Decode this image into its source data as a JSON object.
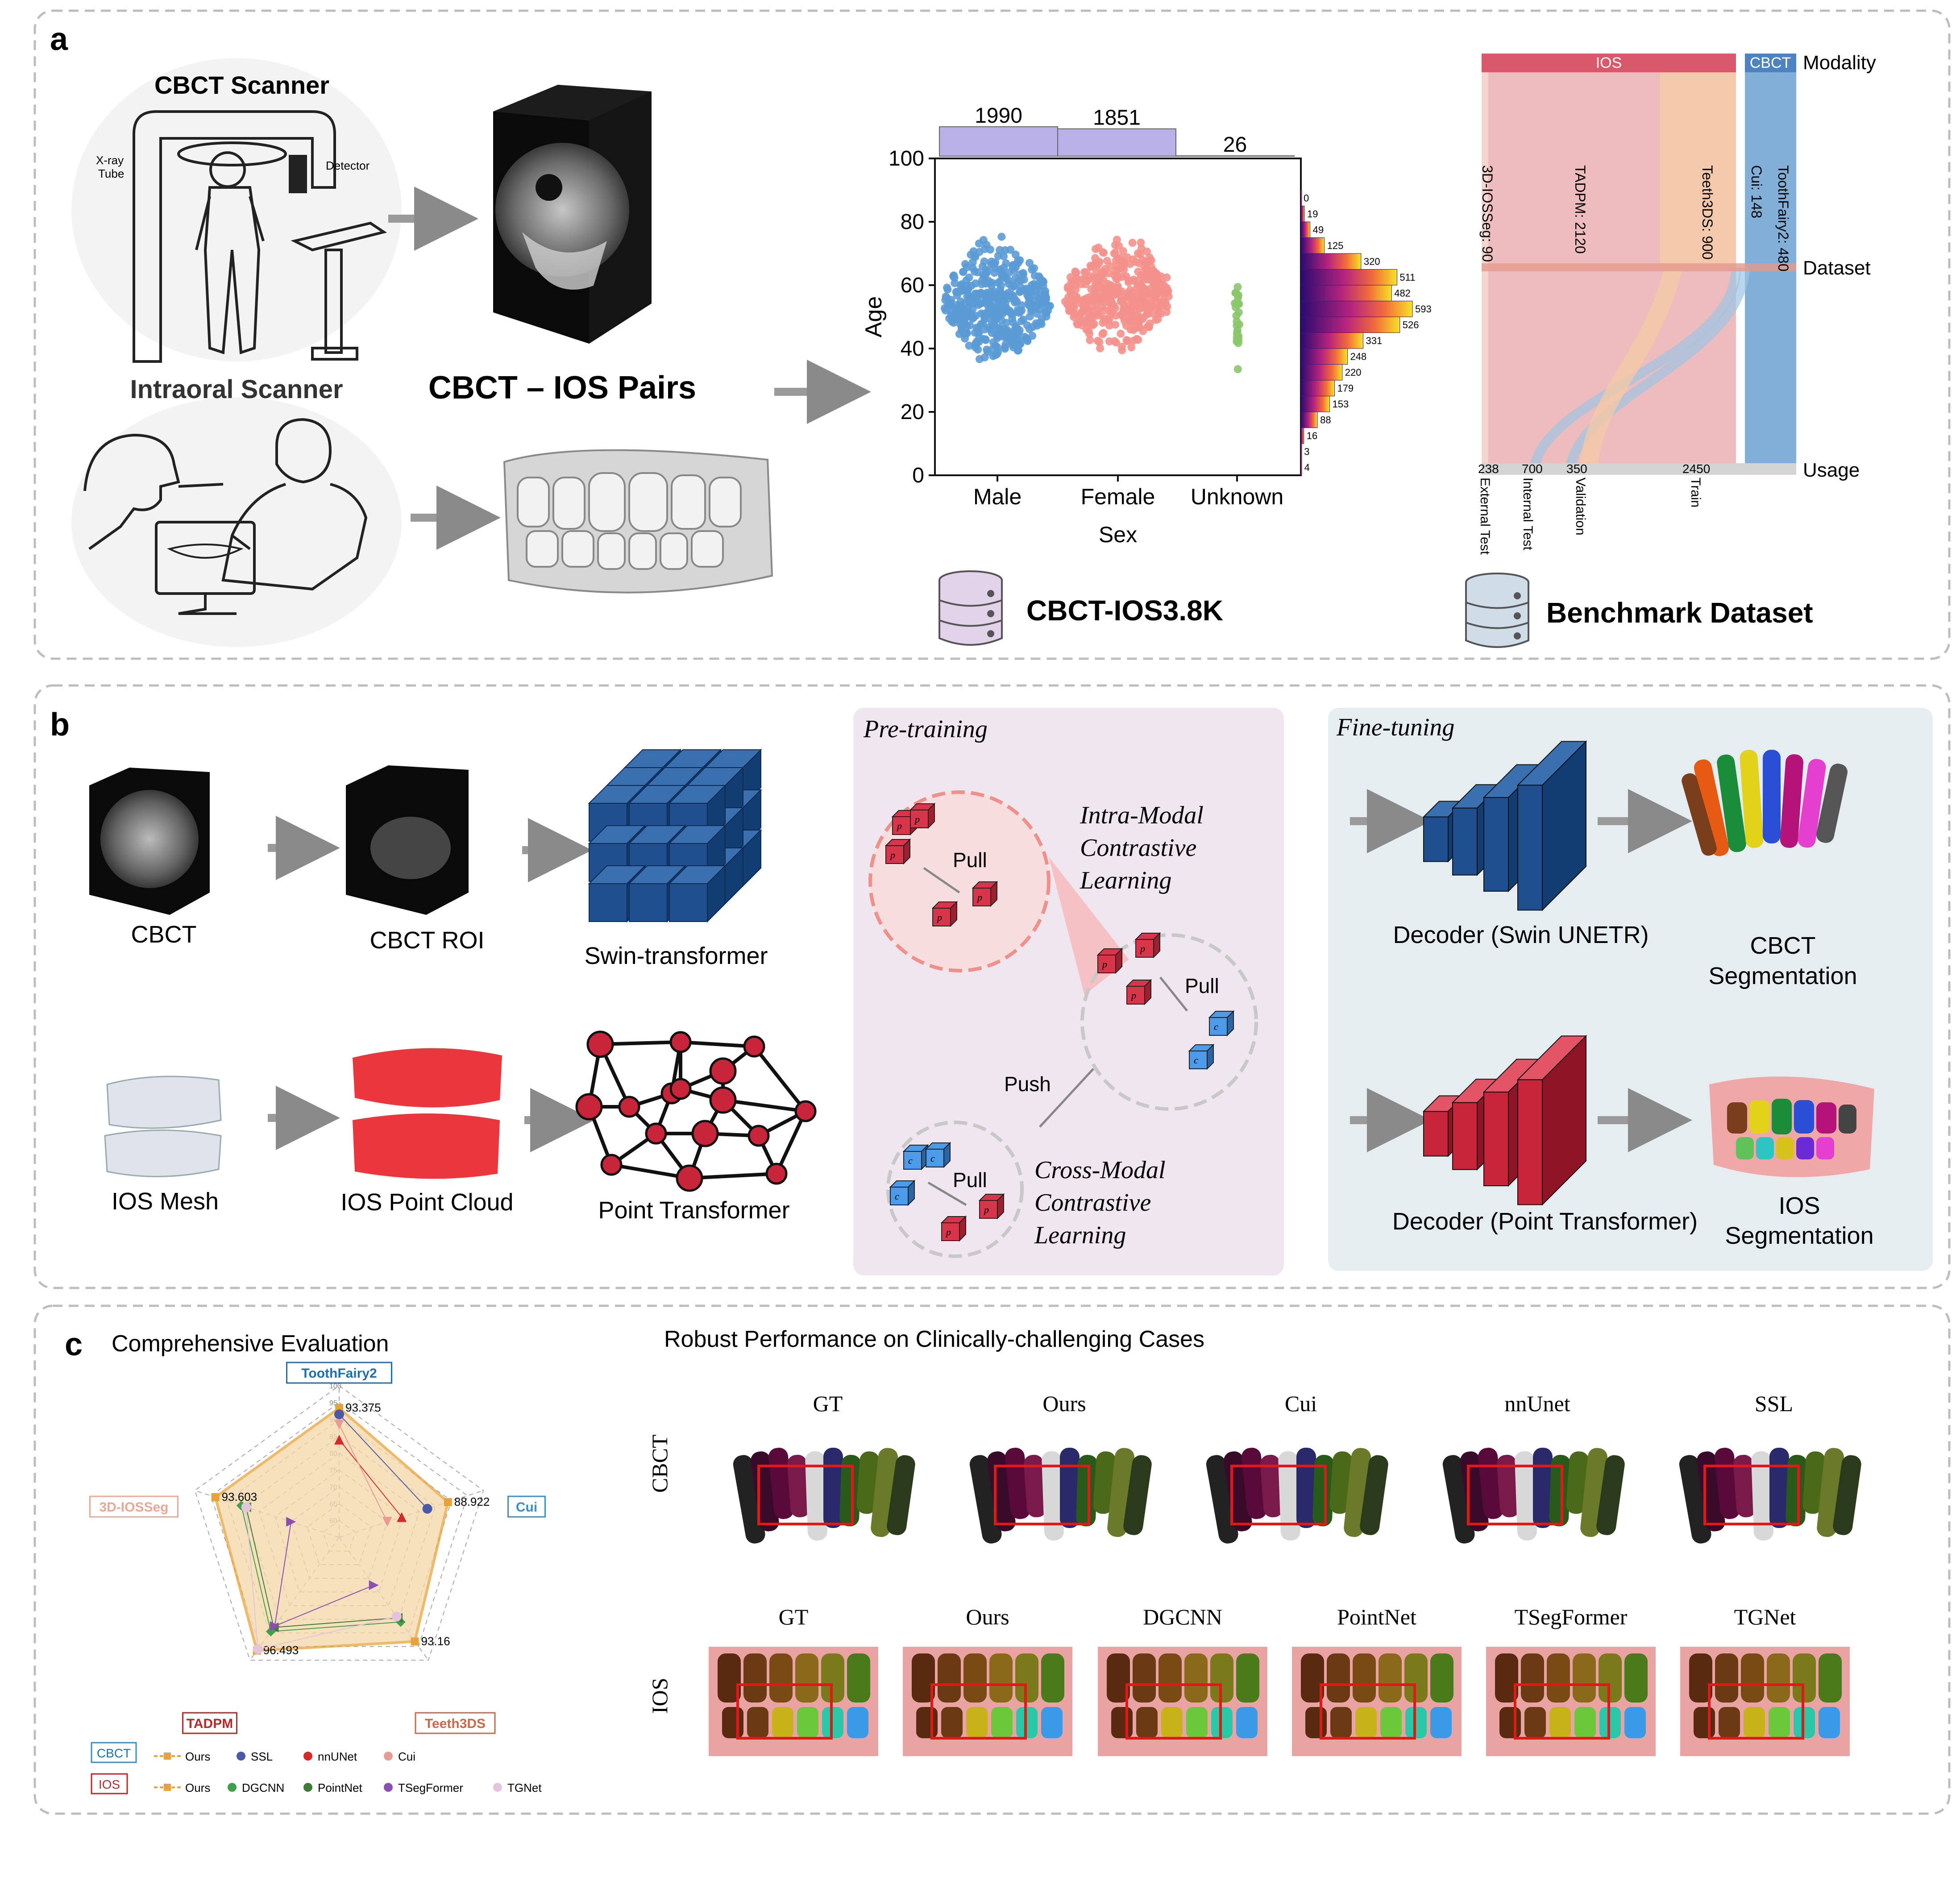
{
  "panel_a": {
    "letter": "a",
    "cbct_scanner_title": "CBCT Scanner",
    "xray_tube_label_1": "X-ray",
    "xray_tube_label_2": "Tube",
    "detector_label": "Detector",
    "intraoral_scanner_title": "Intraoral Scanner",
    "pairs_title": "CBCT – IOS Pairs",
    "dataset_name": "CBCT-IOS3.8K",
    "benchmark_name": "Benchmark Dataset"
  },
  "age_chart": {
    "chart_data": {
      "type": "scatter",
      "categories": [
        "Male",
        "Female",
        "Unknown"
      ],
      "counts": [
        1990,
        1851,
        26
      ],
      "xlabel": "Sex",
      "ylabel": "Age",
      "ylim": [
        0,
        100
      ],
      "yticks": [
        "0",
        "20",
        "40",
        "60",
        "80",
        "100"
      ],
      "histogram": {
        "bins": [
          "0-5",
          "5-10",
          "10-15",
          "15-20",
          "20-25",
          "25-30",
          "30-35",
          "35-40",
          "40-45",
          "45-50",
          "50-55",
          "55-60",
          "60-65",
          "65-70",
          "70-75",
          "75-80",
          "80-85",
          "85-90",
          "90-95",
          "95-100"
        ],
        "values": [
          4,
          3,
          16,
          88,
          153,
          179,
          220,
          248,
          331,
          526,
          593,
          482,
          511,
          320,
          125,
          49,
          19,
          0
        ],
        "labels": [
          "4",
          "3",
          "16",
          "88",
          "153",
          "179",
          "220",
          "248",
          "331",
          "526",
          "593",
          "482",
          "511",
          "320",
          "125",
          "49",
          "19",
          "0"
        ]
      },
      "colors": {
        "Male": "#5b9bd5",
        "Female": "#f4918c",
        "Unknown": "#8bc56a",
        "count_bar": "#b8b0e6"
      }
    }
  },
  "sankey": {
    "levels": [
      "Modality",
      "Dataset",
      "Usage"
    ],
    "modalities": [
      "IOS",
      "CBCT"
    ],
    "datasets": [
      "3D-IOSSeg: 90",
      "TADPM: 2120",
      "Teeth3DS: 900",
      "Cui: 148",
      "ToothFairy2: 480"
    ],
    "usage_values": [
      "238",
      "700",
      "350",
      "2450"
    ],
    "usage_names": [
      "External Test",
      "Internal Test",
      "Validation",
      "Train"
    ]
  },
  "panel_b": {
    "letter": "b",
    "cbct_label": "CBCT",
    "cbct_roi_label": "CBCT ROI",
    "swin_label": "Swin-transformer",
    "ios_mesh_label": "IOS Mesh",
    "ios_pc_label": "IOS Point Cloud",
    "pt_label": "Point Transformer",
    "pretraining_title": "Pre-training",
    "intra_1": "Intra-Modal",
    "intra_2": "Contrastive",
    "intra_3": "Learning",
    "cross_1": "Cross-Modal",
    "cross_2": "Contrastive",
    "cross_3": "Learning",
    "pull": "Pull",
    "push": "Push",
    "p_i": "p",
    "c_i": "c",
    "finetuning_title": "Fine-tuning",
    "dec_swin": "Decoder (Swin UNETR)",
    "cbct_seg_1": "CBCT",
    "cbct_seg_2": "Segmentation",
    "dec_pt": "Decoder (Point Transformer)",
    "ios_seg_1": "IOS",
    "ios_seg_2": "Segmentation"
  },
  "panel_c": {
    "letter": "c",
    "radar_title": "Comprehensive Evaluation",
    "cases_title": "Robust Performance on Clinically-challenging Cases",
    "cbct_row_label": "CBCT",
    "ios_row_label": "IOS",
    "cbct_methods": [
      "GT",
      "Ours",
      "Cui",
      "nnUnet",
      "SSL"
    ],
    "ios_methods": [
      "GT",
      "Ours",
      "DGCNN",
      "PointNet",
      "TSegFormer",
      "TGNet"
    ]
  },
  "radar": {
    "chart_data": {
      "type": "radar",
      "axes": [
        "ToothFairy2",
        "Cui",
        "Teeth3DS",
        "TADPM",
        "3D-IOSSeg"
      ],
      "tick_labels": [
        "100",
        "95",
        "90",
        "85",
        "80",
        "75",
        "70",
        "65",
        "60"
      ],
      "ours_labels": [
        "93.375",
        "88.922",
        "93.16",
        "96.493",
        "93.603"
      ],
      "series": [
        {
          "name": "Ours",
          "group": "CBCT",
          "values": [
            93.375,
            88.922,
            93.16,
            96.493,
            93.603
          ]
        },
        {
          "name": "SSL",
          "group": "CBCT",
          "values": [
            91.5,
            82.5,
            null,
            null,
            null
          ]
        },
        {
          "name": "nnUNet",
          "group": "CBCT",
          "values": [
            84.0,
            74.5,
            null,
            null,
            null
          ]
        },
        {
          "name": "Cui",
          "group": "CBCT",
          "values": [
            88.5,
            70.0,
            null,
            null,
            null
          ]
        },
        {
          "name": "Ours",
          "group": "IOS",
          "values": [
            null,
            null,
            93.16,
            96.493,
            93.603
          ]
        },
        {
          "name": "DGCNN",
          "group": "IOS",
          "values": [
            null,
            null,
            86.0,
            89.5,
            85.5
          ]
        },
        {
          "name": "PointNet",
          "group": "IOS",
          "values": [
            null,
            null,
            84.5,
            88.0,
            84.0
          ]
        },
        {
          "name": "TSegFormer",
          "group": "IOS",
          "values": [
            null,
            null,
            72.5,
            87.5,
            70.0
          ]
        },
        {
          "name": "TGNet",
          "group": "IOS",
          "values": [
            null,
            null,
            84.0,
            96.0,
            84.0
          ]
        }
      ],
      "legend": {
        "cbct_group": "CBCT",
        "ios_group": "IOS",
        "cbct_items": [
          "Ours",
          "SSL",
          "nnUNet",
          "Cui"
        ],
        "ios_items": [
          "Ours",
          "DGCNN",
          "PointNet",
          "TSegFormer",
          "TGNet"
        ]
      },
      "colors": {
        "ours": "#e8a23a",
        "fill": "#f5d7a8",
        "ssl": "#4a5aa8",
        "nnunet": "#d62a2a",
        "cui": "#e89a94",
        "dgcnn": "#3fa04a",
        "pointnet": "#3f7a3a",
        "tsegformer": "#8a4fb0",
        "tgnet": "#e3c4dc"
      }
    }
  }
}
